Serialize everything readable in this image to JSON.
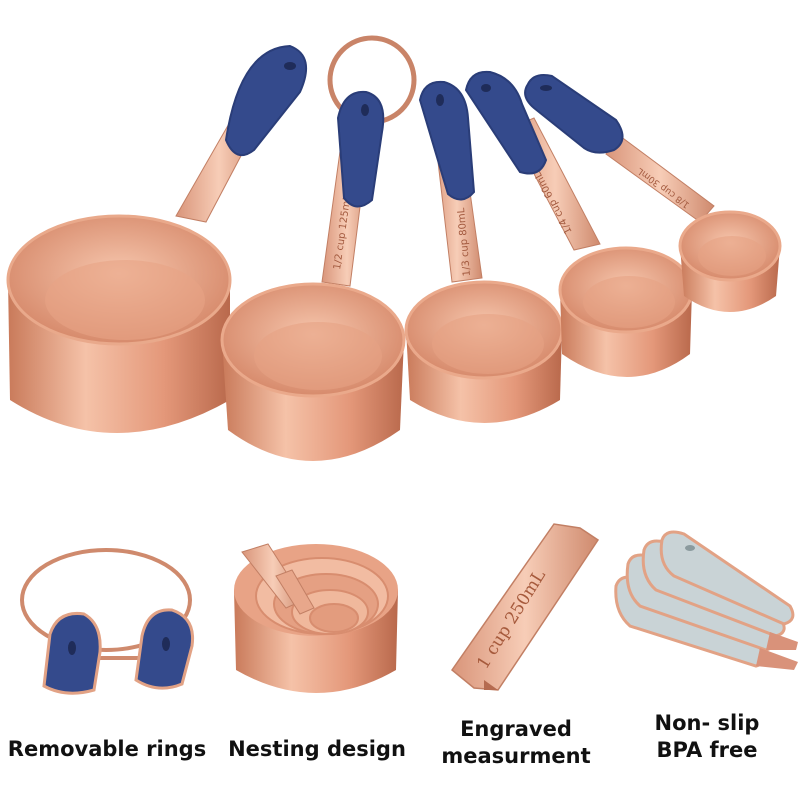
{
  "engravings": {
    "cup_half": "1/2 cup 125mL",
    "cup_third": "1/3 cup 80mL",
    "cup_quarter": "1/4 cup 60mL",
    "cup_eighth": "1/8 cup 30mL",
    "cup_full": "1 cup 250mL"
  },
  "features": [
    {
      "caption": "Removable rings"
    },
    {
      "caption": "Nesting design"
    },
    {
      "caption_line1": "Engraved",
      "caption_line2": "measurment"
    },
    {
      "caption_line1": "Non- slip",
      "caption_line2": "BPA free"
    }
  ],
  "colors": {
    "copper": "#e39a7a",
    "copper_dark": "#c77a5c",
    "copper_light": "#f6c7ae",
    "grip_blue": "#344a8c",
    "grip_grey": "#c9d3d6"
  }
}
